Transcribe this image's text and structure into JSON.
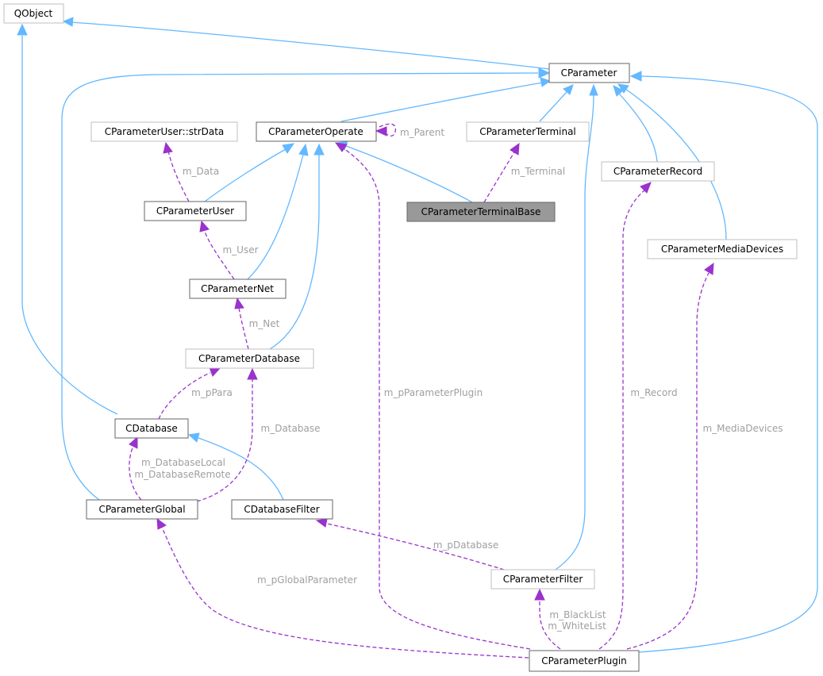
{
  "diagram": {
    "nodes": {
      "qobject": "QObject",
      "cparameter": "CParameter",
      "cparameteroperate": "CParameterOperate",
      "cparameteruser_strdata": "CParameterUser::strData",
      "cparameterterminal": "CParameterTerminal",
      "cparameterrecord": "CParameterRecord",
      "cparameteruser": "CParameterUser",
      "cparameterterminalbase": "CParameterTerminalBase",
      "cparametermediadevices": "CParameterMediaDevices",
      "cparameternet": "CParameterNet",
      "cparameterdatabase": "CParameterDatabase",
      "cdatabase": "CDatabase",
      "cparameterglobal": "CParameterGlobal",
      "cdatabasefilter": "CDatabaseFilter",
      "cparameterfilter": "CParameterFilter",
      "cparameterplugin": "CParameterPlugin"
    },
    "edge_labels": {
      "m_parent": "m_Parent",
      "m_data": "m_Data",
      "m_terminal": "m_Terminal",
      "m_user": "m_User",
      "m_net": "m_Net",
      "m_ppara": "m_pPara",
      "m_database": "m_Database",
      "m_pparameterplugin": "m_pParameterPlugin",
      "m_record": "m_Record",
      "m_mediadevices": "m_MediaDevices",
      "m_databaselocal": "m_DatabaseLocal",
      "m_databaseremote": "m_DatabaseRemote",
      "m_pdatabase": "m_pDatabase",
      "m_pglobalparameter": "m_pGlobalParameter",
      "m_blacklist": "m_BlackList",
      "m_whitelist": "m_WhiteList"
    },
    "colors": {
      "inheritance": "#63b8ff",
      "usage": "#9a32cd",
      "documented_border": "#666666",
      "undocumented_border": "#bfbfbf",
      "current_fill": "#999999",
      "label_text": "#9f9f9f"
    }
  }
}
